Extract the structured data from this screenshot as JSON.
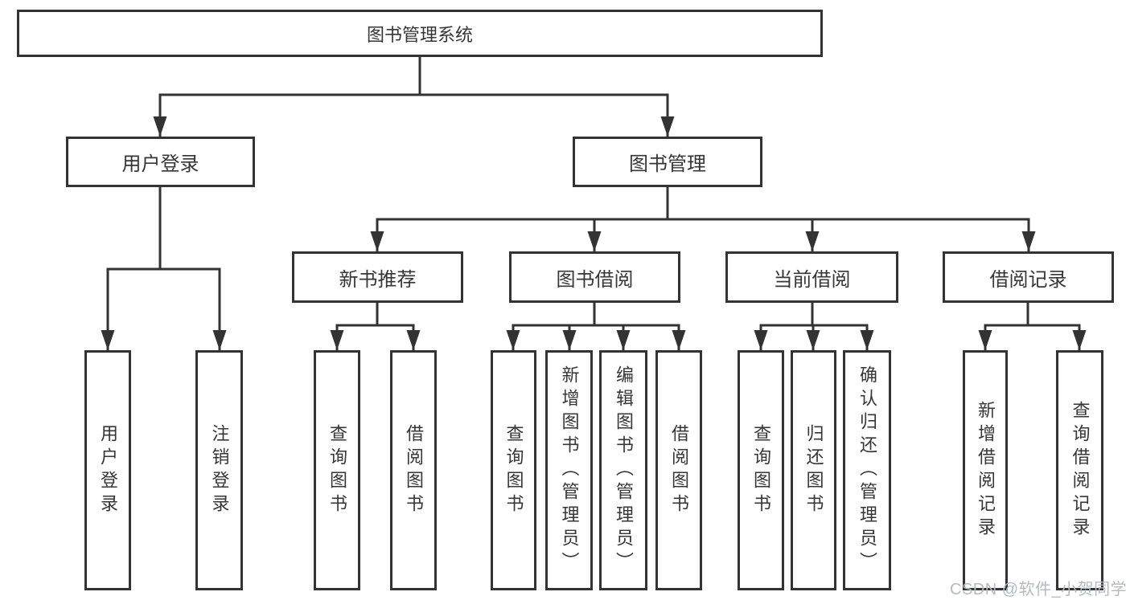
{
  "tree": {
    "root": {
      "label": "图书管理系统"
    },
    "branches": [
      {
        "label": "用户登录",
        "children": [
          {
            "label": "用户登录"
          },
          {
            "label": "注销登录"
          }
        ]
      },
      {
        "label": "图书管理",
        "sections": [
          {
            "label": "新书推荐",
            "children": [
              {
                "label": "查询图书"
              },
              {
                "label": "借阅图书"
              }
            ]
          },
          {
            "label": "图书借阅",
            "children": [
              {
                "label": "查询图书"
              },
              {
                "label": "新增图书（管理员）"
              },
              {
                "label": "编辑图书（管理员）"
              },
              {
                "label": "借阅图书"
              }
            ]
          },
          {
            "label": "当前借阅",
            "children": [
              {
                "label": "查询图书"
              },
              {
                "label": "归还图书"
              },
              {
                "label": "确认归还（管理员）"
              }
            ]
          },
          {
            "label": "借阅记录",
            "children": [
              {
                "label": "新增借阅记录"
              },
              {
                "label": "查询借阅记录"
              }
            ]
          }
        ]
      }
    ]
  },
  "watermark": "CSDN @软件_小贺同学",
  "colors": {
    "line": "#333333",
    "box_border": "#333333",
    "box_fill": "#ffffff",
    "text": "#363636",
    "watermark": "#b6bac0",
    "background": "#ffffff"
  }
}
